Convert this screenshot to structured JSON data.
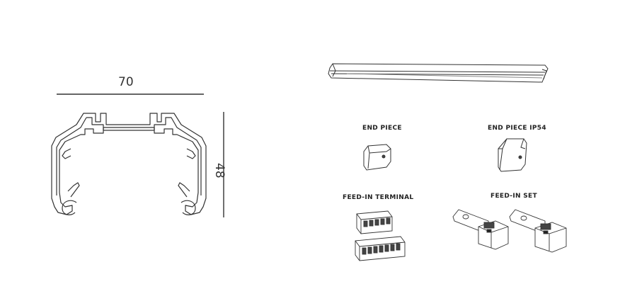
{
  "dimensions": {
    "width": "70",
    "height": "48"
  },
  "labels": {
    "end_piece": "END PIECE",
    "end_piece_ip54": "END PIECE IP54",
    "feed_in_terminal": "FEED-IN TERMINAL",
    "feed_in_set": "FEED-IN SET"
  },
  "colors": {
    "line": "#333333",
    "fill": "#ffffff",
    "shade": "#d8d8d8",
    "dark": "#444444"
  }
}
